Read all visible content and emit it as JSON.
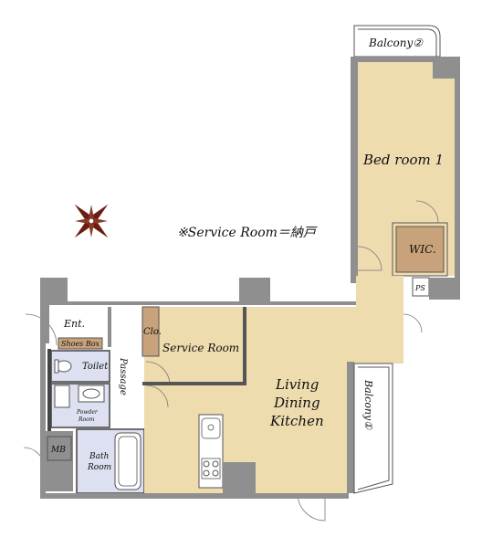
{
  "labels": {
    "balcony2": "Balcony②",
    "bedroom1": "Bed room 1",
    "service_note": "※Service Room＝納戸",
    "wic": "WIC.",
    "ps": "PS",
    "ent": "Ent.",
    "shoes_box": "Shoes Box",
    "clo": "Clo.",
    "service_room": "Service Room",
    "toilet": "Toilet",
    "passage": "Passage",
    "powder_room_1": "Powder",
    "powder_room_2": "Room",
    "living": "Living",
    "dining": "Dining",
    "kitchen": "Kitchen",
    "balcony1": "Balcony①",
    "mb": "MB",
    "bath_1": "Bath",
    "bath_2": "Room"
  },
  "colors": {
    "room_floor": "#eedcaf",
    "wet_area": "#dde0f0",
    "closet": "#c8a27a",
    "wall": "#8f8f8f",
    "compass": "#6b1d12"
  },
  "icons": {
    "compass": "compass-rose-icon"
  }
}
